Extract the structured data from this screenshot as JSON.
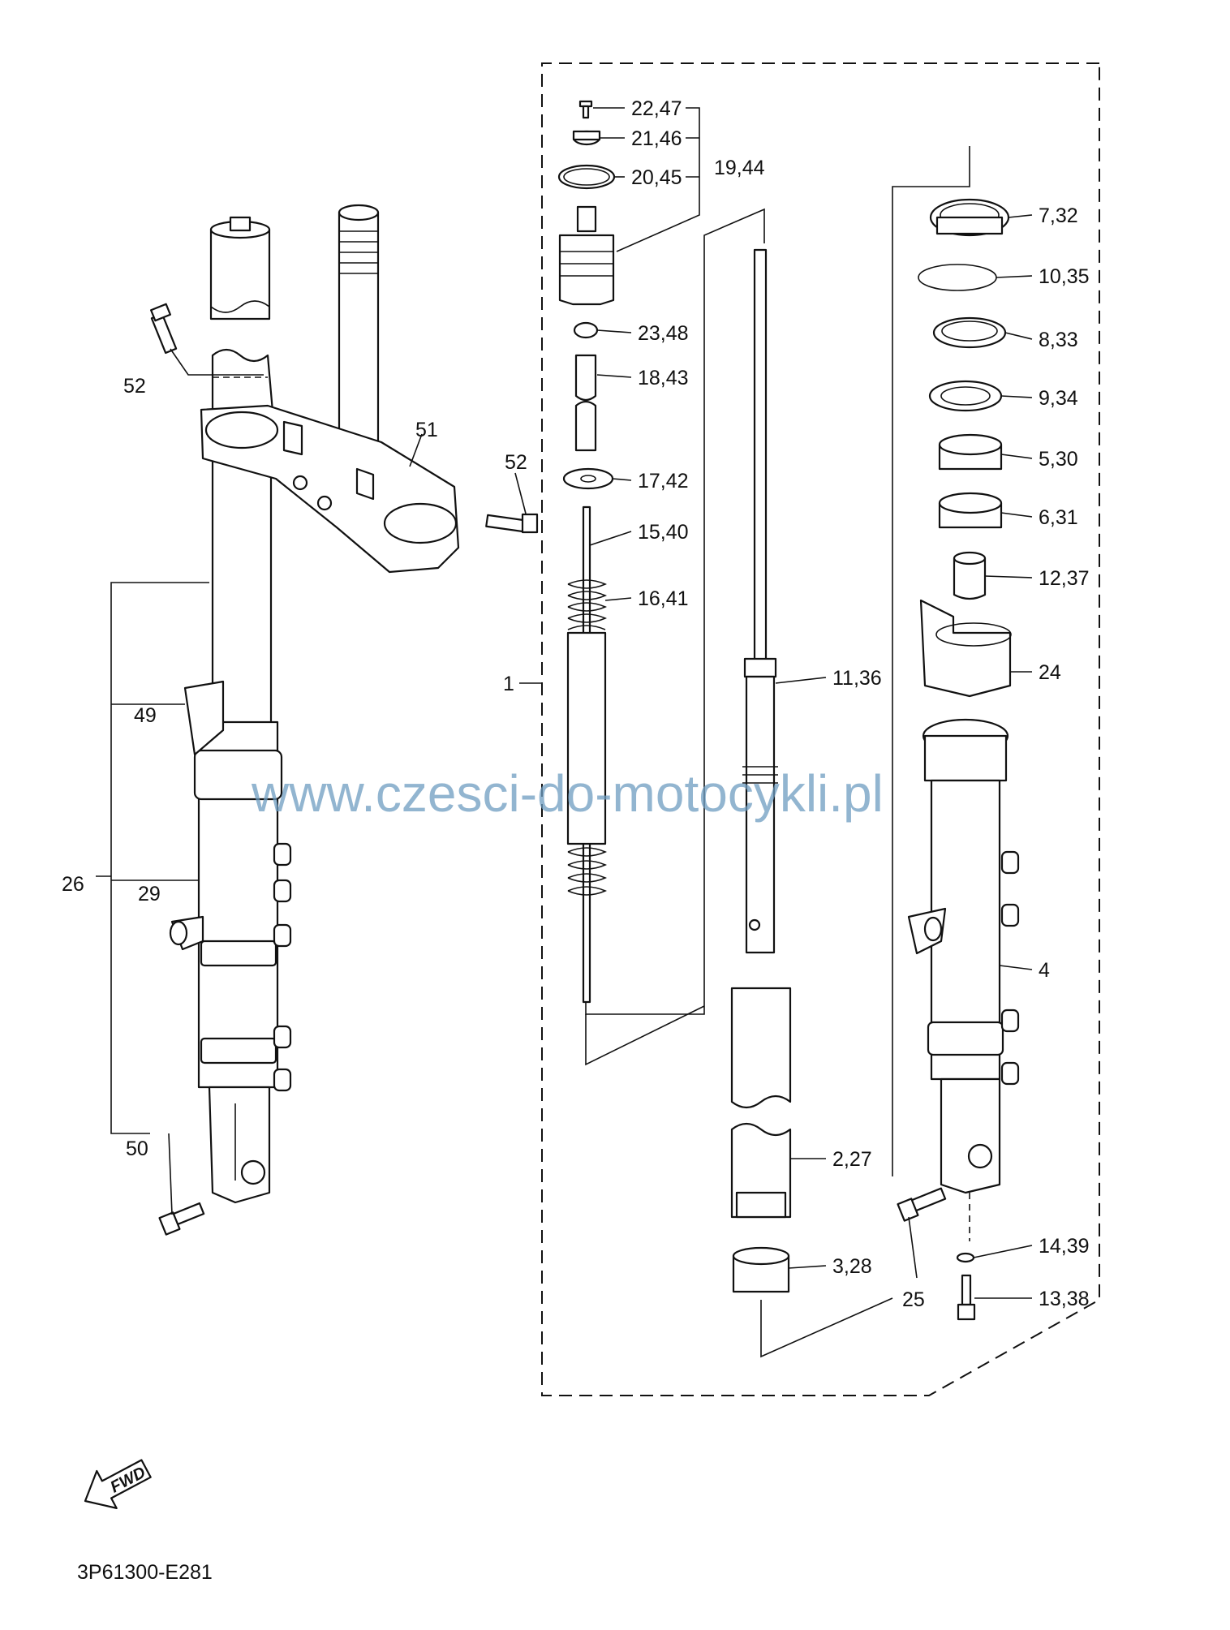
{
  "watermark": "www.czesci-do-motocykli.pl",
  "diagram_code": "3P61300-E281",
  "fwd_label": "FWD",
  "labels": {
    "l1": "1",
    "l2_27": "2,27",
    "l3_28": "3,28",
    "l4": "4",
    "l5_30": "5,30",
    "l6_31": "6,31",
    "l7_32": "7,32",
    "l8_33": "8,33",
    "l9_34": "9,34",
    "l10_35": "10,35",
    "l11_36": "11,36",
    "l12_37": "12,37",
    "l13_38": "13,38",
    "l14_39": "14,39",
    "l15_40": "15,40",
    "l16_41": "16,41",
    "l17_42": "17,42",
    "l18_43": "18,43",
    "l19_44": "19,44",
    "l20_45": "20,45",
    "l21_46": "21,46",
    "l22_47": "22,47",
    "l23_48": "23,48",
    "l24": "24",
    "l25": "25",
    "l26": "26",
    "l29": "29",
    "l49": "49",
    "l50": "50",
    "l51": "51",
    "l52a": "52",
    "l52b": "52"
  }
}
